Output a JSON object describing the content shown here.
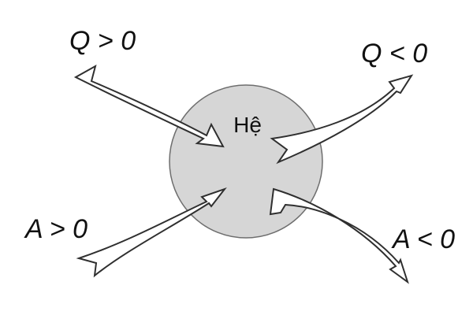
{
  "system": {
    "label": "Hệ",
    "fill": "#d6d6d6",
    "stroke": "#6e6e6e"
  },
  "arrow_style": {
    "fill": "#ffffff",
    "stroke": "#2f2f2f"
  },
  "flows": {
    "heat_in": "Q > 0",
    "heat_out": "Q < 0",
    "work_in": "A > 0",
    "work_out": "A < 0"
  }
}
